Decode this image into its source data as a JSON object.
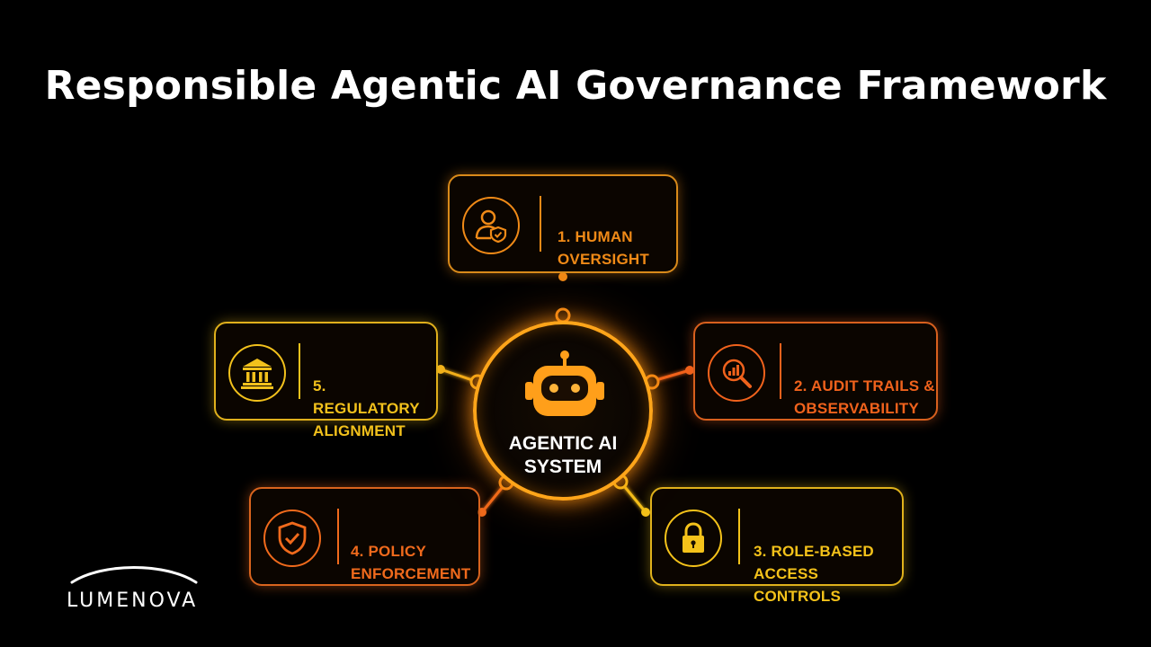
{
  "title": "Responsible Agentic AI Governance Framework",
  "hub": {
    "line1": "AGENTIC AI",
    "line2": "SYSTEM",
    "icon": "robot-icon"
  },
  "nodes": [
    {
      "line1": "1. HUMAN",
      "line2": "OVERSIGHT",
      "icon": "user-shield-icon",
      "color": "#f08a17"
    },
    {
      "line1": "2. AUDIT TRAILS &",
      "line2": "OBSERVABILITY",
      "icon": "magnifier-chart-icon",
      "color": "#f0621c"
    },
    {
      "line1": "3. ROLE-BASED",
      "line2": "ACCESS CONTROLS",
      "icon": "padlock-icon",
      "color": "#f4c21a"
    },
    {
      "line1": "4. POLICY",
      "line2": "ENFORCEMENT",
      "icon": "shield-check-icon",
      "color": "#f06a1c"
    },
    {
      "line1": "5. REGULATORY",
      "line2": "ALIGNMENT",
      "icon": "bank-building-icon",
      "color": "#f2c11c"
    }
  ],
  "logo": {
    "text": "LUMENOVA"
  },
  "colors": {
    "background": "#000000",
    "hub_ring": "#ffa51a",
    "title": "#ffffff"
  }
}
